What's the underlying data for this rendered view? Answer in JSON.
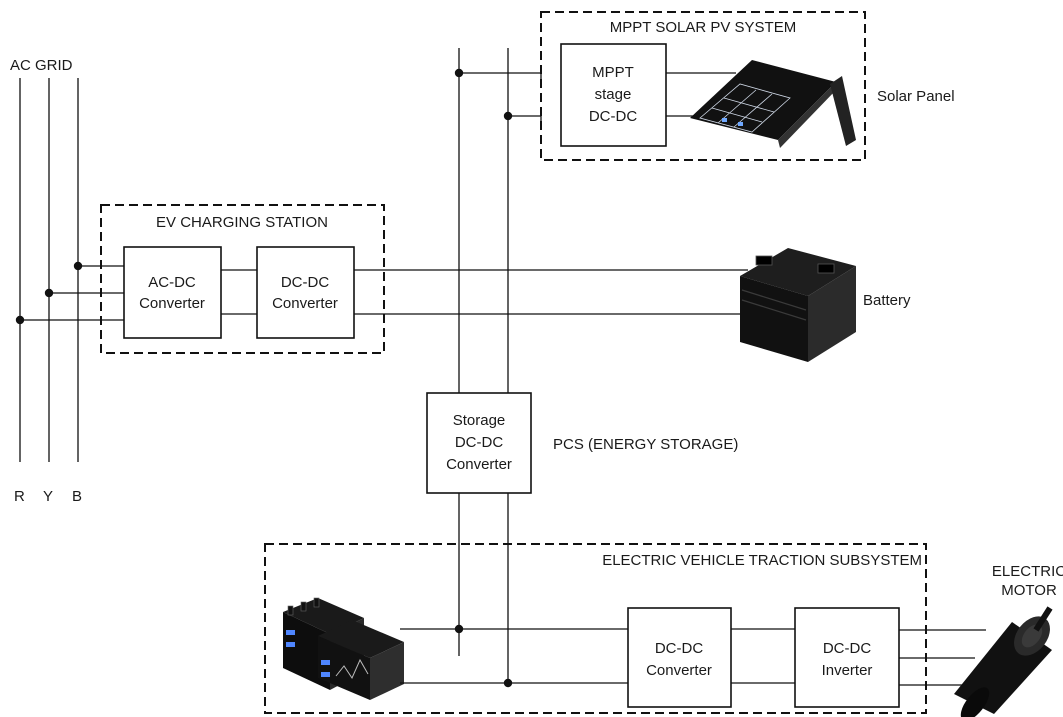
{
  "grid": {
    "title": "AC GRID",
    "phases": [
      "R",
      "Y",
      "B"
    ]
  },
  "groups": {
    "ev_charging": "EV CHARGING STATION",
    "mppt": "MPPT SOLAR PV SYSTEM",
    "traction": "ELECTRIC VEHICLE TRACTION SUBSYSTEM"
  },
  "blocks": {
    "acdc": [
      "AC-DC",
      "Converter"
    ],
    "dcdc_charging": [
      "DC-DC",
      "Converter"
    ],
    "mppt_stage": [
      "MPPT",
      "stage",
      "DC-DC"
    ],
    "storage": [
      "Storage",
      "DC-DC",
      "Converter"
    ],
    "dcdc_traction": [
      "DC-DC",
      "Converter"
    ],
    "inverter": [
      "DC-DC",
      "Inverter"
    ]
  },
  "labels": {
    "solar_panel": "Solar Panel",
    "battery": "Battery",
    "pcs": "PCS (ENERGY STORAGE)",
    "motor": [
      "ELECTRIC",
      "MOTOR"
    ]
  },
  "icons": {
    "solar": "solar-panel-icon",
    "battery": "car-battery-icon",
    "pack": "battery-pack-icon",
    "motor": "electric-motor-icon"
  }
}
